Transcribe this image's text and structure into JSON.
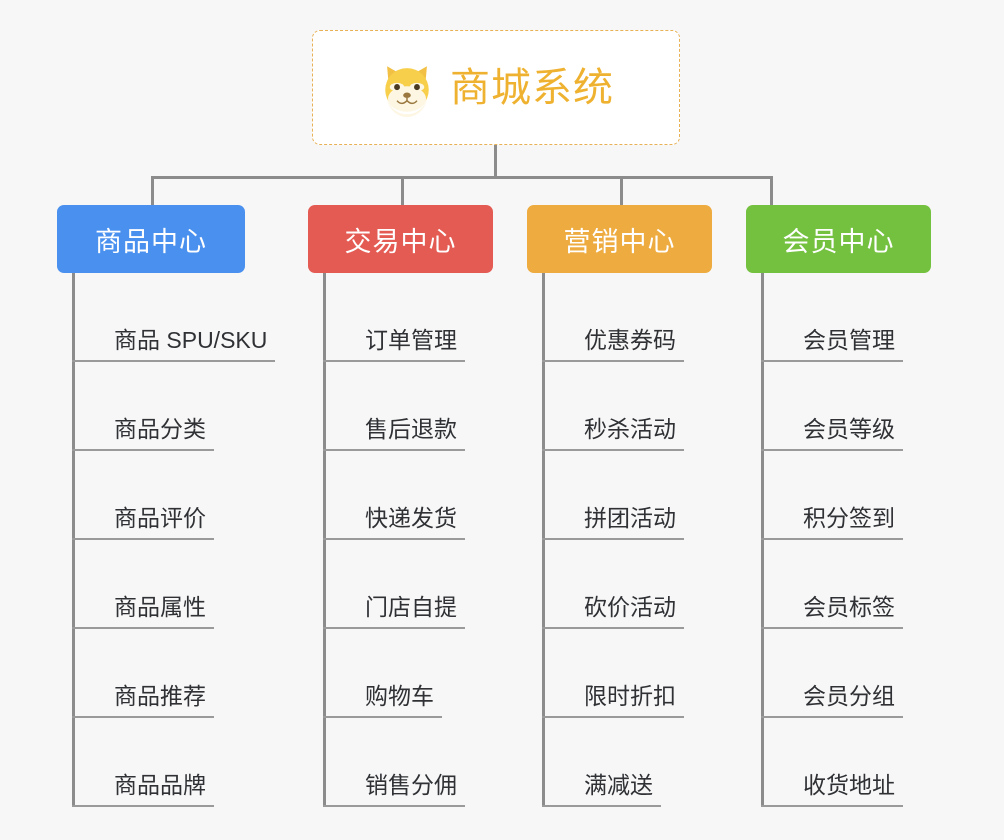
{
  "page": {
    "background_color": "#f7f7f7",
    "type": "mindmap-tree"
  },
  "root": {
    "title": "商城系统",
    "icon": "shiba-dog-face-emoji",
    "text_color": "#efb230",
    "border_color": "#e8b155",
    "background_color": "#ffffff"
  },
  "connector_color": "#8c8c8c",
  "branches": [
    {
      "label": "商品中心",
      "color": "#4a90ef",
      "text_color": "#ffffff",
      "items": [
        "商品 SPU/SKU",
        "商品分类",
        "商品评价",
        "商品属性",
        "商品推荐",
        "商品品牌"
      ]
    },
    {
      "label": "交易中心",
      "color": "#e45b54",
      "text_color": "#ffffff",
      "items": [
        "订单管理",
        "售后退款",
        "快递发货",
        "门店自提",
        "购物车",
        "销售分佣"
      ]
    },
    {
      "label": "营销中心",
      "color": "#eeab3f",
      "text_color": "#ffffff",
      "items": [
        "优惠券码",
        "秒杀活动",
        "拼团活动",
        "砍价活动",
        "限时折扣",
        "满减送"
      ]
    },
    {
      "label": "会员中心",
      "color": "#74c13f",
      "text_color": "#ffffff",
      "items": [
        "会员管理",
        "会员等级",
        "积分签到",
        "会员标签",
        "会员分组",
        "收货地址"
      ]
    }
  ]
}
